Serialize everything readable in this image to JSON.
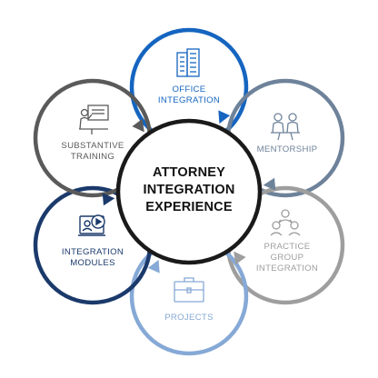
{
  "center": {
    "lines": [
      "ATTORNEY",
      "INTEGRATION",
      "EXPERIENCE"
    ],
    "ring_color": "#1a1a1a"
  },
  "nodes": [
    {
      "id": "office-integration",
      "lines": [
        "OFFICE",
        "INTEGRATION"
      ],
      "color": "#1565c0",
      "icon": "office-buildings-icon"
    },
    {
      "id": "mentorship",
      "lines": [
        "MENTORSHIP"
      ],
      "color": "#6e829a",
      "icon": "mentorship-meeting-icon"
    },
    {
      "id": "practice-group-integration",
      "lines": [
        "PRACTICE",
        "GROUP",
        "INTEGRATION"
      ],
      "color": "#9e9e9e",
      "icon": "group-people-icon"
    },
    {
      "id": "projects",
      "lines": [
        "PROJECTS"
      ],
      "color": "#86a9d6",
      "icon": "briefcase-icon"
    },
    {
      "id": "integration-modules",
      "lines": [
        "INTEGRATION",
        "MODULES"
      ],
      "color": "#1b3a6b",
      "icon": "video-module-icon"
    },
    {
      "id": "substantive-training",
      "lines": [
        "SUBSTANTIVE",
        "TRAINING"
      ],
      "color": "#5a5a5a",
      "icon": "presenter-board-icon"
    }
  ]
}
